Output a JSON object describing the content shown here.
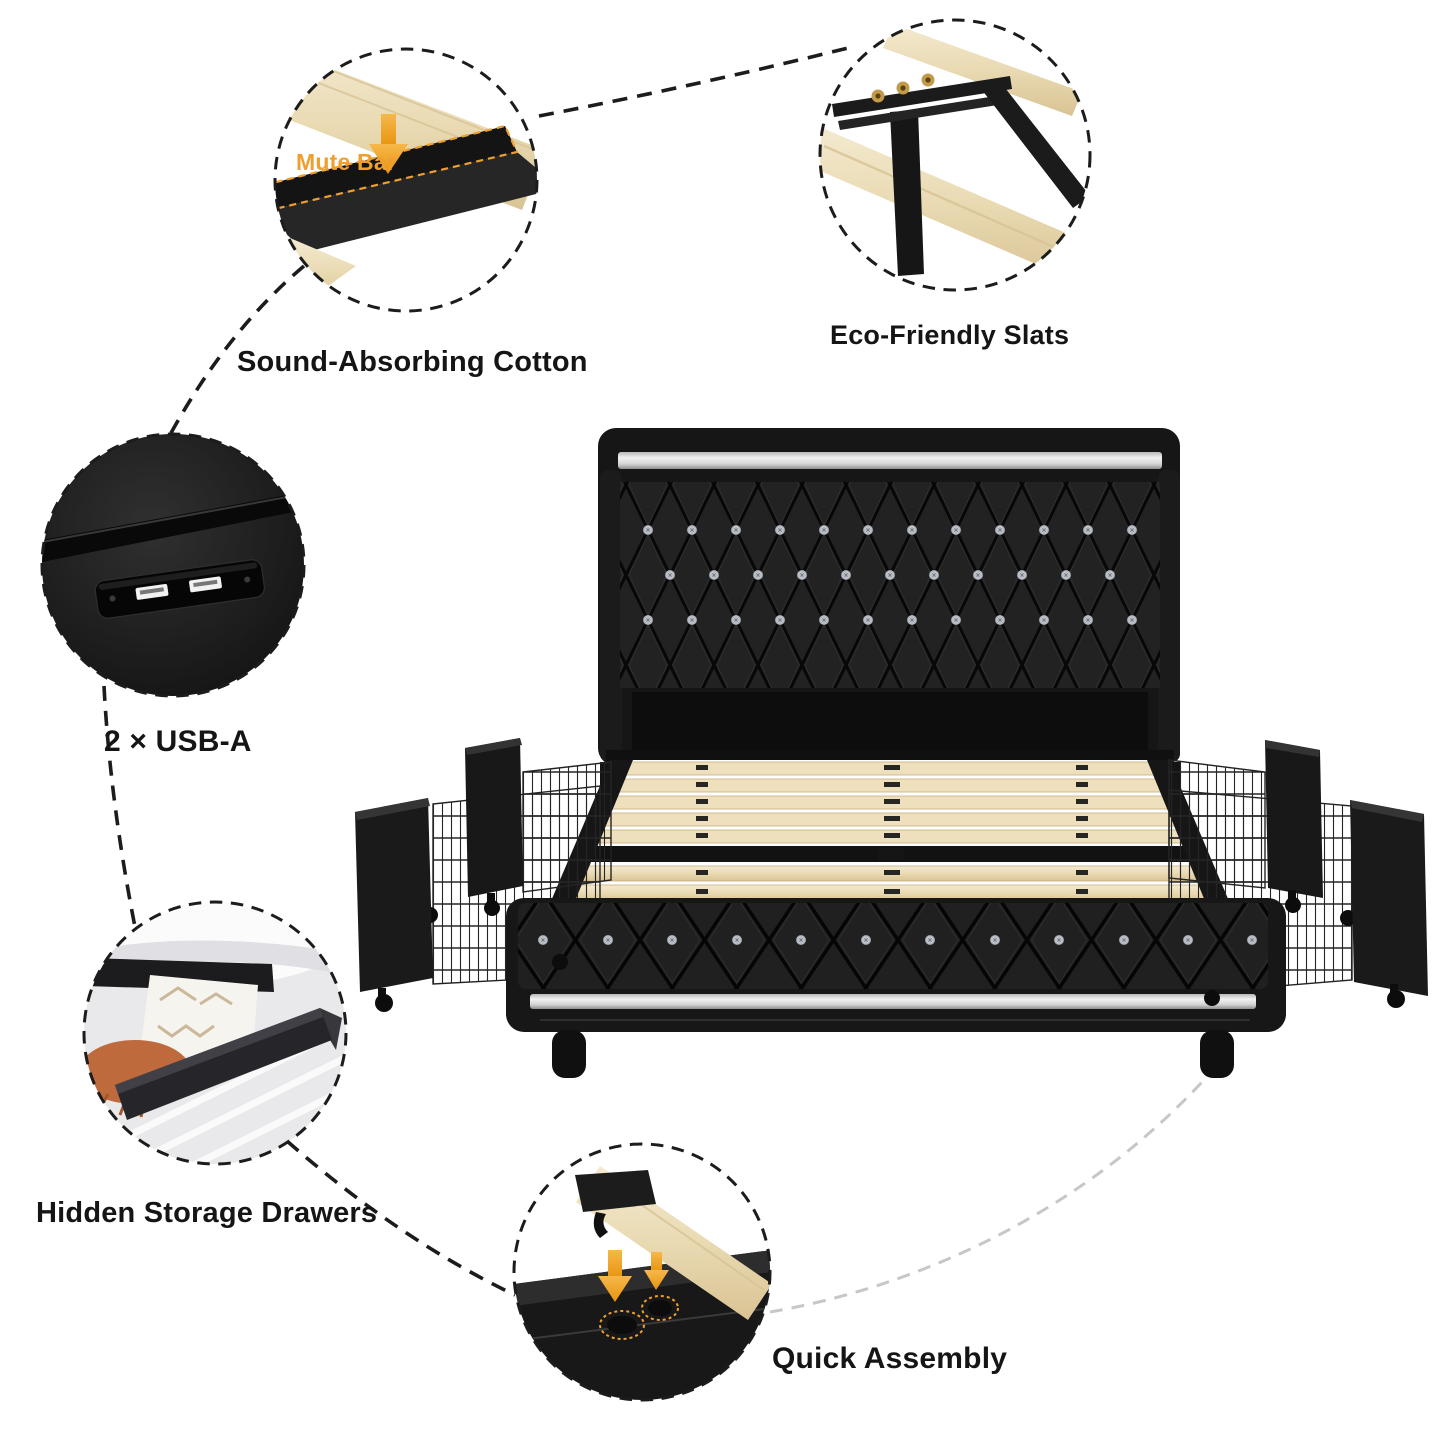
{
  "page": {
    "background": "#ffffff"
  },
  "colors": {
    "text": "#151515",
    "orange": "#ef9f2e",
    "dash": "#1c1c1c",
    "dashFaded": "#c7c7c7",
    "leather": "#1d1d1d",
    "wood": "#eee0bc",
    "woodEdge": "#c9ae7d",
    "led": "#d8d8d8",
    "gold": "#c19a4b",
    "crystal": "#e8e8ea",
    "wire": "#242424",
    "floor": "#e9e9ec",
    "throw": "#bf6a3c",
    "bg": "#ffffff"
  },
  "callouts": {
    "sound_absorbing_cotton": {
      "label": "Sound-Absorbing Cotton",
      "annotation": "Mute Bar"
    },
    "eco_friendly_slats": {
      "label": "Eco-Friendly Slats"
    },
    "usb": {
      "label": "2 × USB-A"
    },
    "hidden_storage_drawers": {
      "label": "Hidden Storage Drawers"
    },
    "quick_assembly": {
      "label": "Quick Assembly"
    }
  }
}
